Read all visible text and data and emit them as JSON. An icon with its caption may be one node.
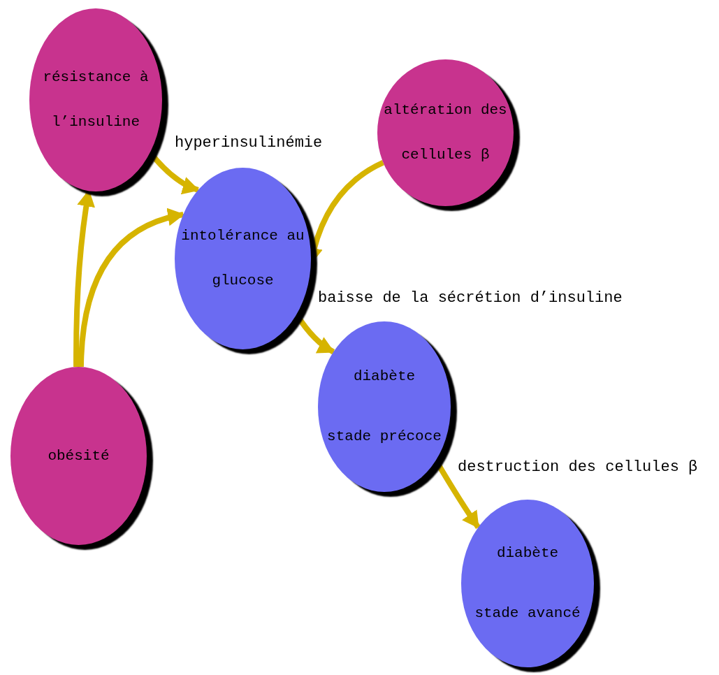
{
  "diagram": {
    "nodes": [
      {
        "text": [
          "résistance à l’insuline"
        ]
      },
      {
        "text": [
          "altération des cellules β"
        ]
      },
      {
        "text": [
          "intolérance au glucose"
        ]
      },
      {
        "text": [
          "diabète",
          "stade précoce"
        ]
      },
      {
        "text": [
          "obésité"
        ]
      },
      {
        "text": [
          "diabète",
          "stade avancé"
        ]
      }
    ],
    "edges": [
      {
        "from": 4,
        "to": 0,
        "arrow": "to"
      },
      {
        "from": 4,
        "to": 2,
        "arrow": "to"
      },
      {
        "from": 0,
        "to": 2,
        "arrow": "to",
        "label": "hyperinsulinémie"
      },
      {
        "from": 1,
        "to": 2,
        "arrow": "to"
      },
      {
        "from": 2,
        "to": 3,
        "arrow": "to",
        "label": "baisse de la sécrétion d’insuline"
      },
      {
        "from": 3,
        "to": 5,
        "arrow": "to",
        "label": "destruction des cellules β"
      }
    ]
  }
}
